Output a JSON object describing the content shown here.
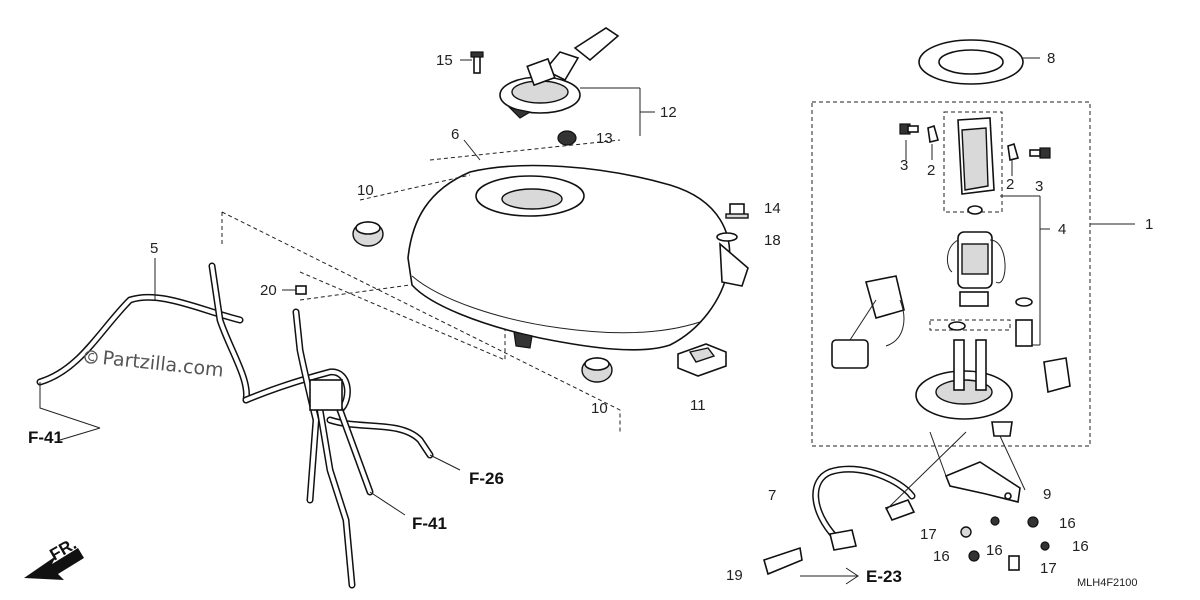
{
  "callouts": {
    "c1": "1",
    "c2a": "2",
    "c2b": "2",
    "c3a": "3",
    "c3b": "3",
    "c4": "4",
    "c5": "5",
    "c6": "6",
    "c7": "7",
    "c8": "8",
    "c9": "9",
    "c10a": "10",
    "c10b": "10",
    "c11": "11",
    "c12": "12",
    "c13": "13",
    "c14": "14",
    "c15": "15",
    "c16a": "16",
    "c16b": "16",
    "c16c": "16",
    "c16d": "16",
    "c17a": "17",
    "c17b": "17",
    "c18": "18",
    "c19": "19",
    "c20": "20"
  },
  "references": {
    "f41_left": "F-41",
    "f41_bottom": "F-41",
    "f26": "F-26",
    "e23": "E-23"
  },
  "direction_label": "FR.",
  "watermark": "Partzilla.com",
  "diagram_code": "MLH4F2100",
  "colors": {
    "line": "#222222",
    "fill": "#ffffff",
    "shade": "#d9d9d9"
  },
  "icons": {
    "front_arrow": "front-arrow-icon",
    "watermark_logo": "copyright-icon"
  }
}
